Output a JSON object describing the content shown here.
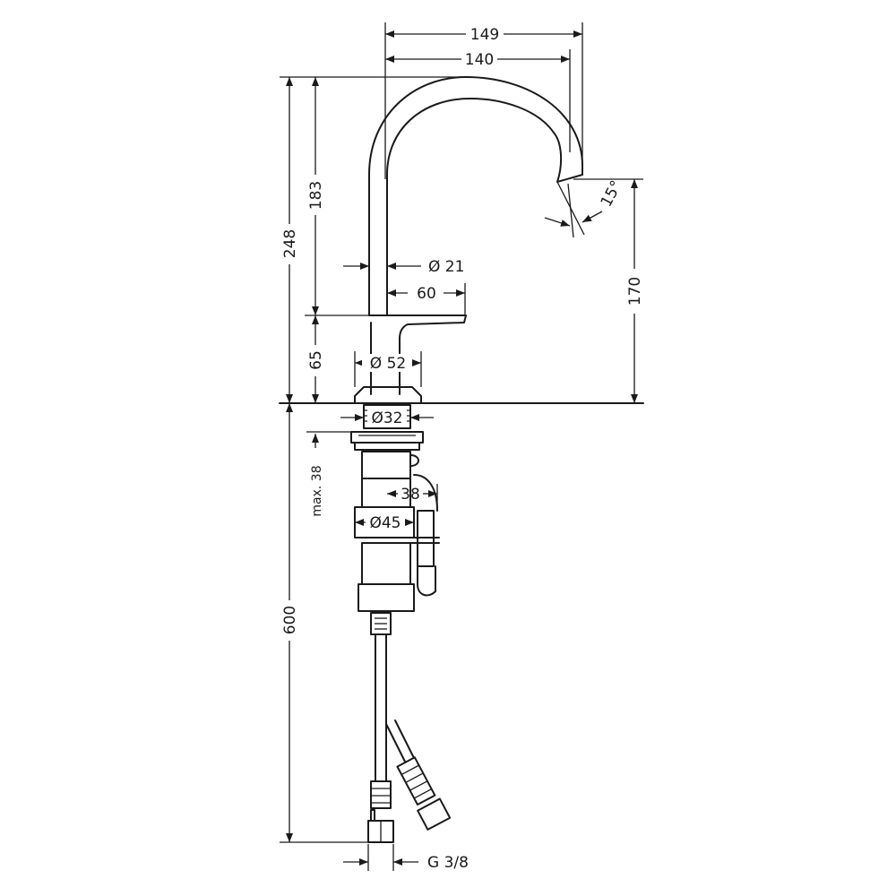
{
  "dimensions": {
    "d149": "149",
    "d140": "140",
    "d248": "248",
    "d183": "183",
    "d65": "65",
    "d600": "600",
    "d170": "170",
    "d15deg": "15°",
    "d21": "Ø 21",
    "d60": "60",
    "d52": "Ø 52",
    "d32": "Ø32",
    "dmax38": "max. 38",
    "d38": "38",
    "d45": "Ø45",
    "dg38": "G 3/8"
  },
  "colors": {
    "ink": "#1a1a1a",
    "background": "#ffffff"
  }
}
